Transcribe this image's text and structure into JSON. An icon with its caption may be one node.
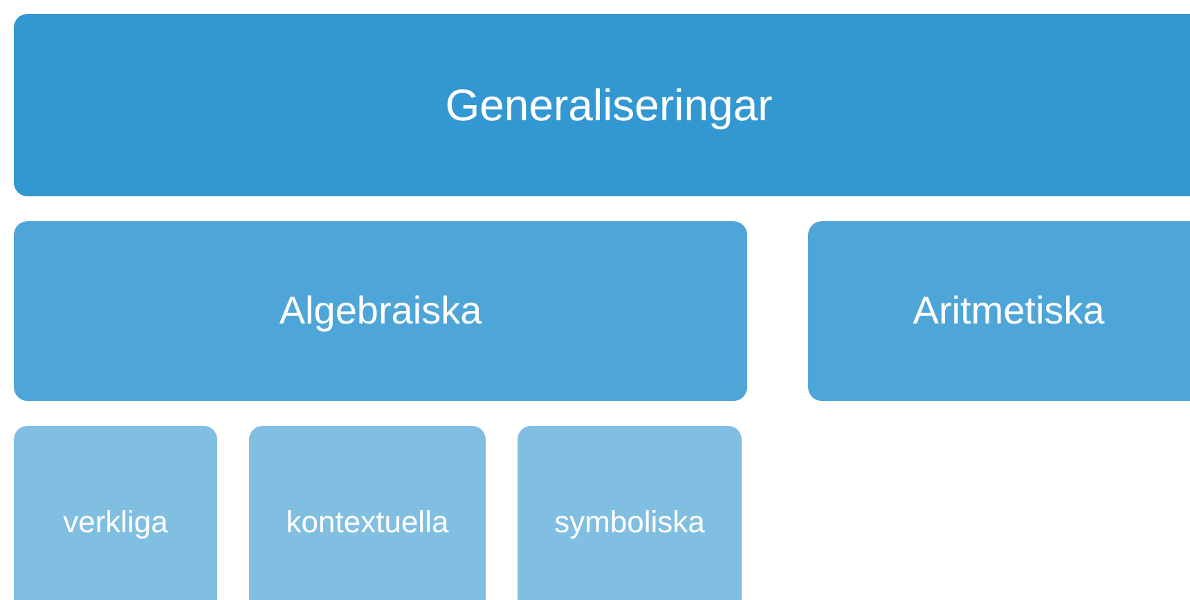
{
  "diagram": {
    "nodes": [
      {
        "text": [
          "Generaliseringar"
        ]
      },
      {
        "text": [
          "Algebraiska"
        ]
      },
      {
        "text": [
          "Aritmetiska"
        ]
      },
      {
        "text": [
          "verkliga"
        ]
      },
      {
        "text": [
          "kontextuella"
        ]
      },
      {
        "text": [
          "symboliska"
        ]
      }
    ]
  }
}
